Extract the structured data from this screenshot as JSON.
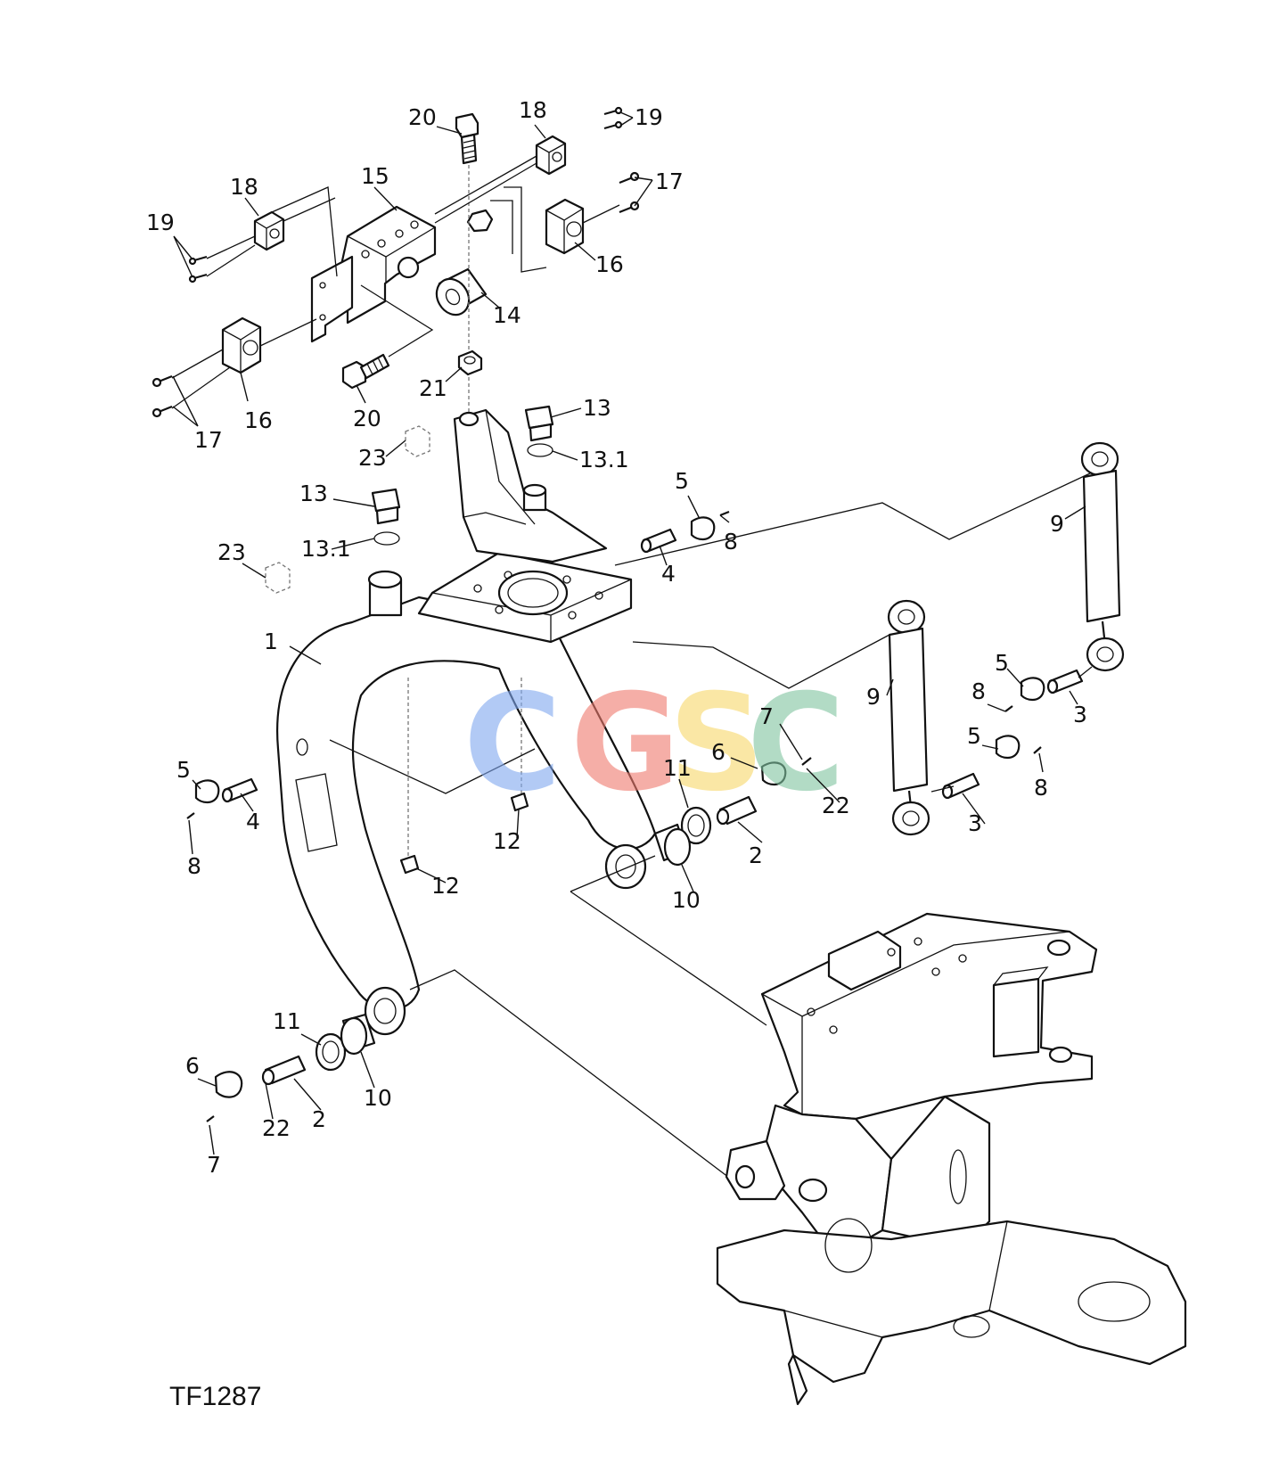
{
  "figure_code": "TF1287",
  "watermark": {
    "letters": [
      "C",
      "G",
      "S",
      "C"
    ],
    "colors": [
      "#7fa8f0",
      "#f07a6e",
      "#f8d86a",
      "#7fc4a0"
    ]
  },
  "callouts": [
    {
      "id": "c20a",
      "text": "20"
    },
    {
      "id": "c18a",
      "text": "18"
    },
    {
      "id": "c19a",
      "text": "19"
    },
    {
      "id": "c18b",
      "text": "18"
    },
    {
      "id": "c19b",
      "text": "19"
    },
    {
      "id": "c15",
      "text": "15"
    },
    {
      "id": "c17a",
      "text": "17"
    },
    {
      "id": "c16a",
      "text": "16"
    },
    {
      "id": "c14",
      "text": "14"
    },
    {
      "id": "c16b",
      "text": "16"
    },
    {
      "id": "c17b",
      "text": "17"
    },
    {
      "id": "c20b",
      "text": "20"
    },
    {
      "id": "c21",
      "text": "21"
    },
    {
      "id": "c13a",
      "text": "13"
    },
    {
      "id": "c131a",
      "text": "13.1"
    },
    {
      "id": "c23a",
      "text": "23"
    },
    {
      "id": "c13b",
      "text": "13"
    },
    {
      "id": "c131b",
      "text": "13.1"
    },
    {
      "id": "c23b",
      "text": "23"
    },
    {
      "id": "c5a",
      "text": "5"
    },
    {
      "id": "c8a",
      "text": "8"
    },
    {
      "id": "c4a",
      "text": "4"
    },
    {
      "id": "c9a",
      "text": "9"
    },
    {
      "id": "c1",
      "text": "1"
    },
    {
      "id": "c9b",
      "text": "9"
    },
    {
      "id": "c5b",
      "text": "5"
    },
    {
      "id": "c8b",
      "text": "8"
    },
    {
      "id": "c3a",
      "text": "3"
    },
    {
      "id": "c7a",
      "text": "7"
    },
    {
      "id": "c5c",
      "text": "5"
    },
    {
      "id": "c11a",
      "text": "11"
    },
    {
      "id": "c6a",
      "text": "6"
    },
    {
      "id": "c8c",
      "text": "8"
    },
    {
      "id": "c5d",
      "text": "5"
    },
    {
      "id": "c4b",
      "text": "4"
    },
    {
      "id": "c22a",
      "text": "22"
    },
    {
      "id": "c3b",
      "text": "3"
    },
    {
      "id": "c8d",
      "text": "8"
    },
    {
      "id": "c12a",
      "text": "12"
    },
    {
      "id": "c2a",
      "text": "2"
    },
    {
      "id": "c12b",
      "text": "12"
    },
    {
      "id": "c10a",
      "text": "10"
    },
    {
      "id": "c11b",
      "text": "11"
    },
    {
      "id": "c6b",
      "text": "6"
    },
    {
      "id": "c10b",
      "text": "10"
    },
    {
      "id": "c2b",
      "text": "2"
    },
    {
      "id": "c22b",
      "text": "22"
    },
    {
      "id": "c7b",
      "text": "7"
    }
  ]
}
